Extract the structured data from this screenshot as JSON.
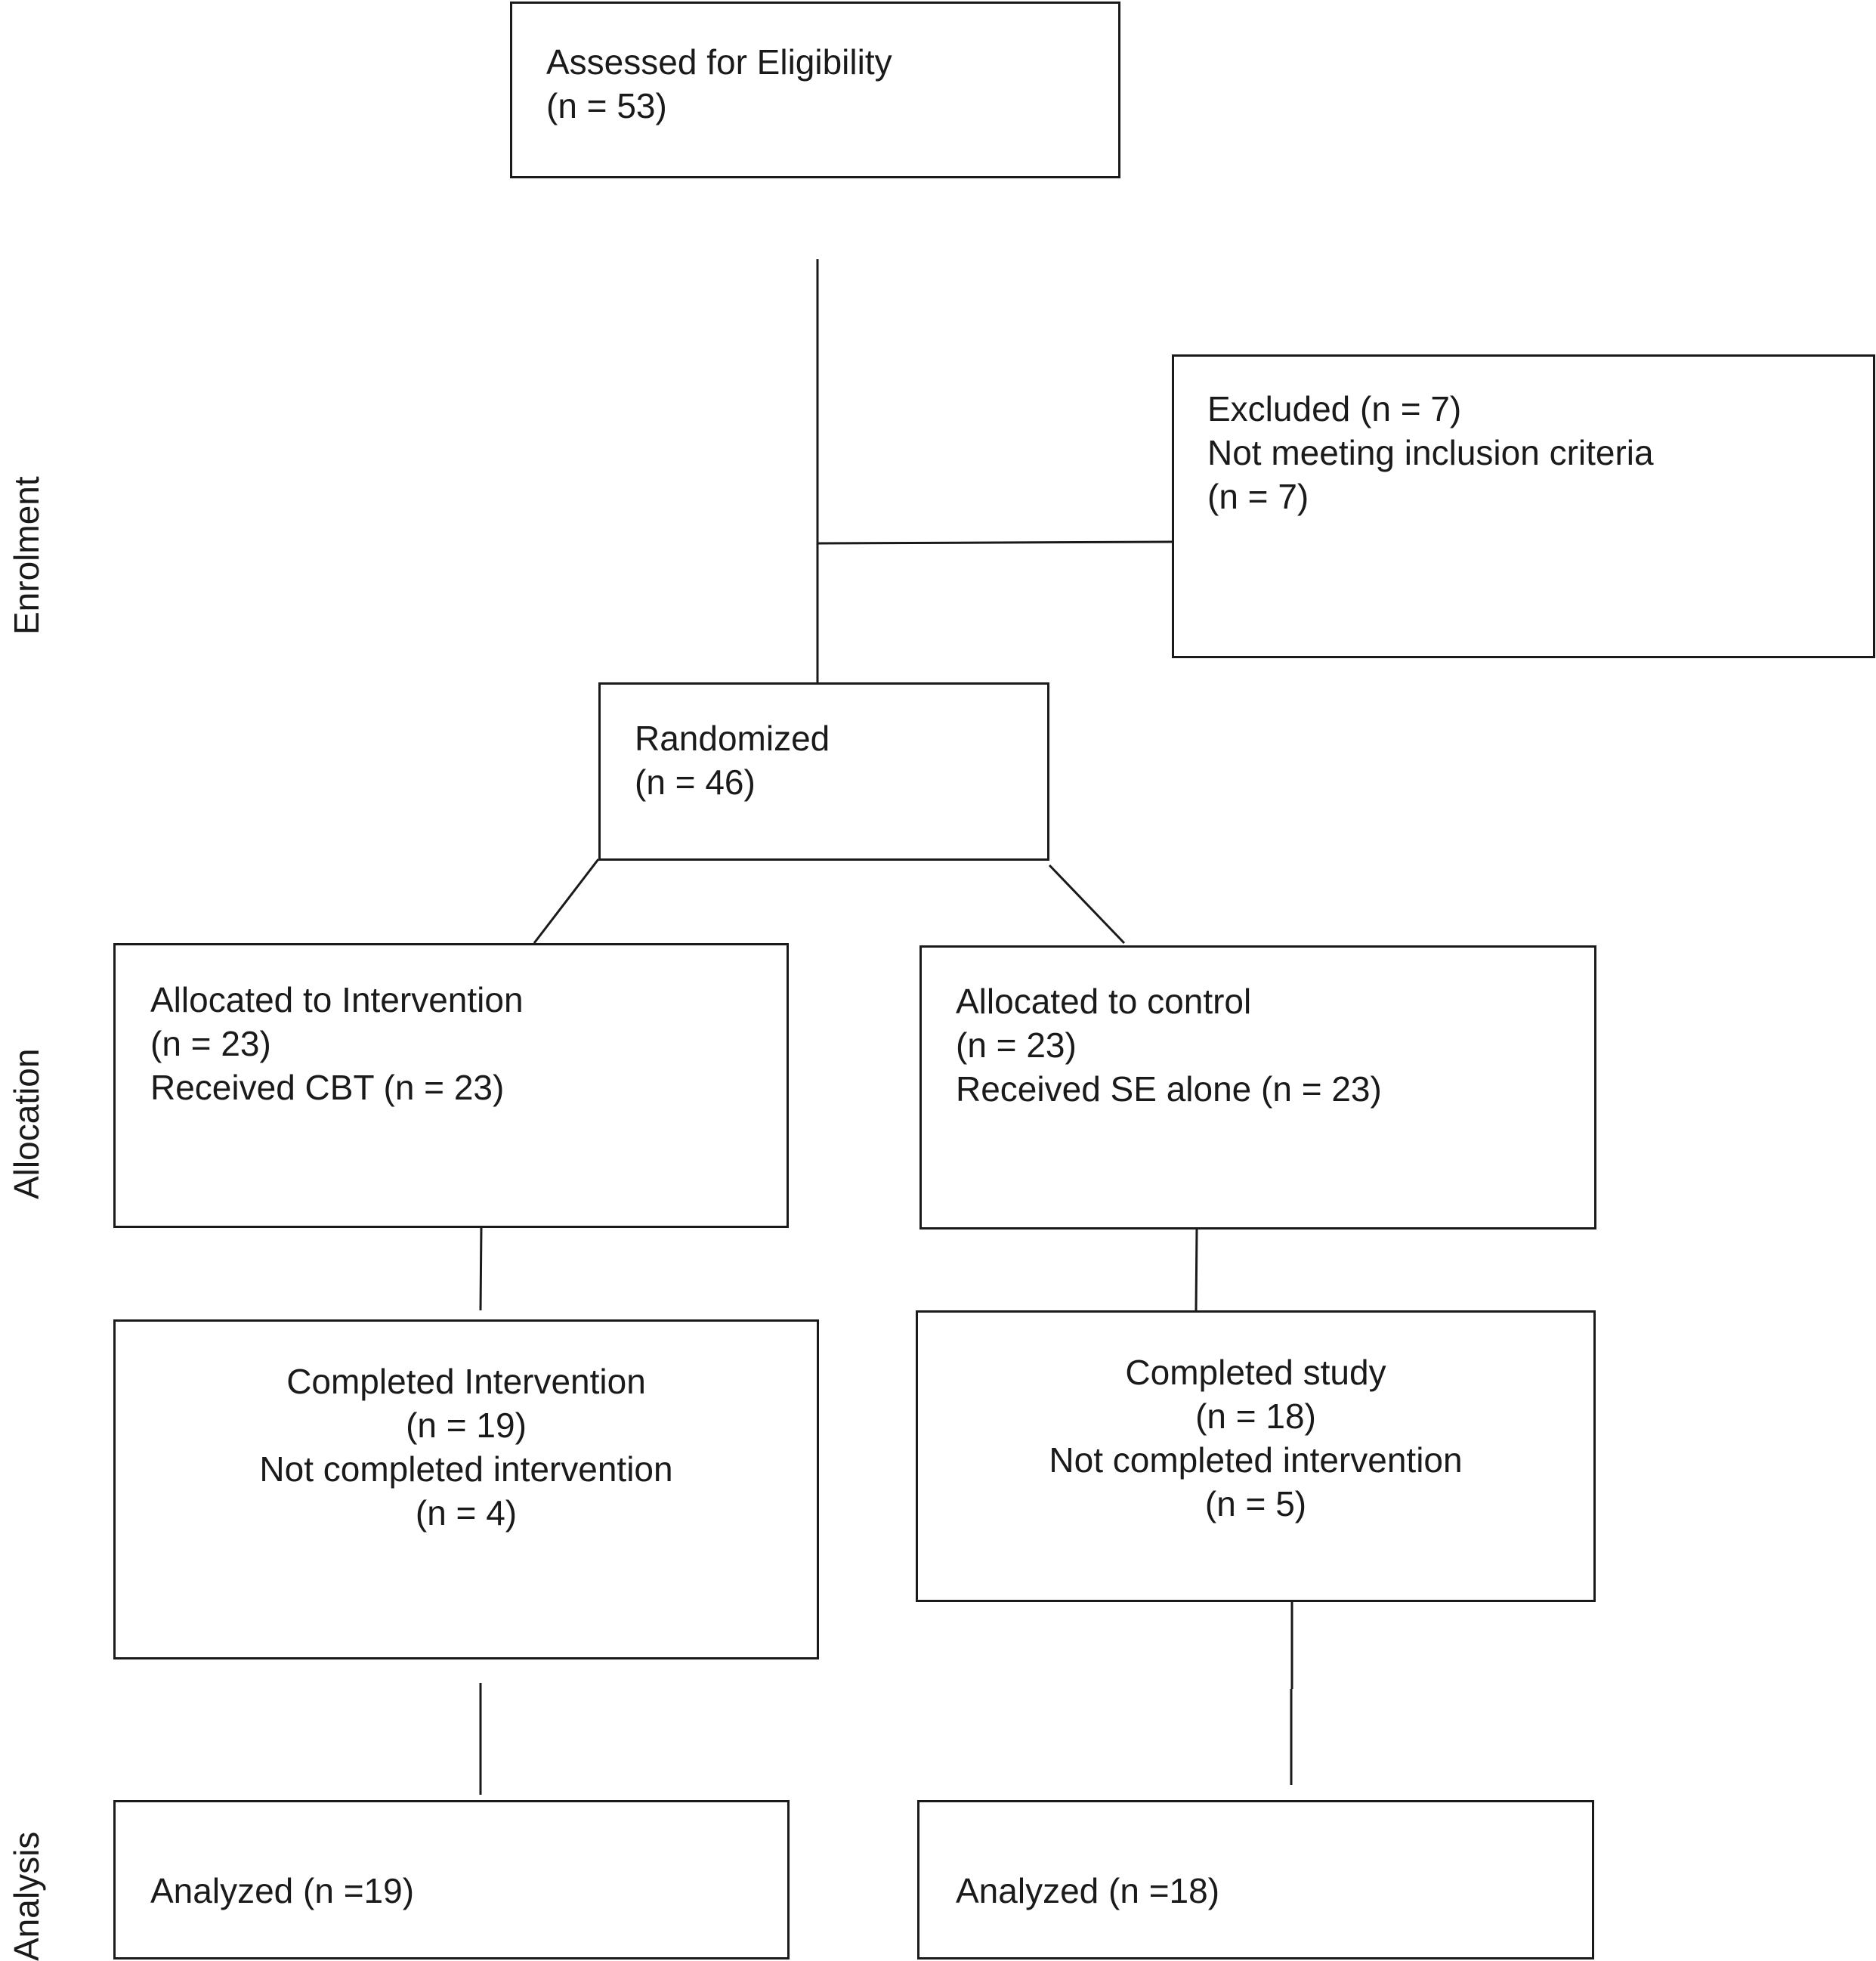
{
  "phases": {
    "enrolment": "Enrolment",
    "allocation": "Allocation",
    "analysis": "Analysis"
  },
  "boxes": {
    "assessed": {
      "line1": "Assessed for Eligibility",
      "line2": "(n = 53)"
    },
    "excluded": {
      "line1": "Excluded (n = 7)",
      "line2": "Not meeting inclusion criteria",
      "line3": "(n = 7)"
    },
    "randomized": {
      "line1": "Randomized",
      "line2": "(n = 46)"
    },
    "allocated_intervention": {
      "line1": "Allocated to Intervention",
      "line2": "(n = 23)",
      "line3": "Received CBT (n = 23)"
    },
    "allocated_control": {
      "line1": "Allocated to control",
      "line2": "(n = 23)",
      "line3": "Received SE alone (n = 23)"
    },
    "completed_intervention": {
      "line1": "Completed Intervention",
      "line2": "(n = 19)",
      "line3": "Not completed intervention",
      "line4": "(n = 4)"
    },
    "completed_study": {
      "line1": "Completed study",
      "line2": "(n = 18)",
      "line3": "Not completed intervention",
      "line4": "(n = 5)"
    },
    "analyzed_intervention": {
      "line1": "Analyzed (n =19)"
    },
    "analyzed_control": {
      "line1": "Analyzed (n =18)"
    }
  }
}
